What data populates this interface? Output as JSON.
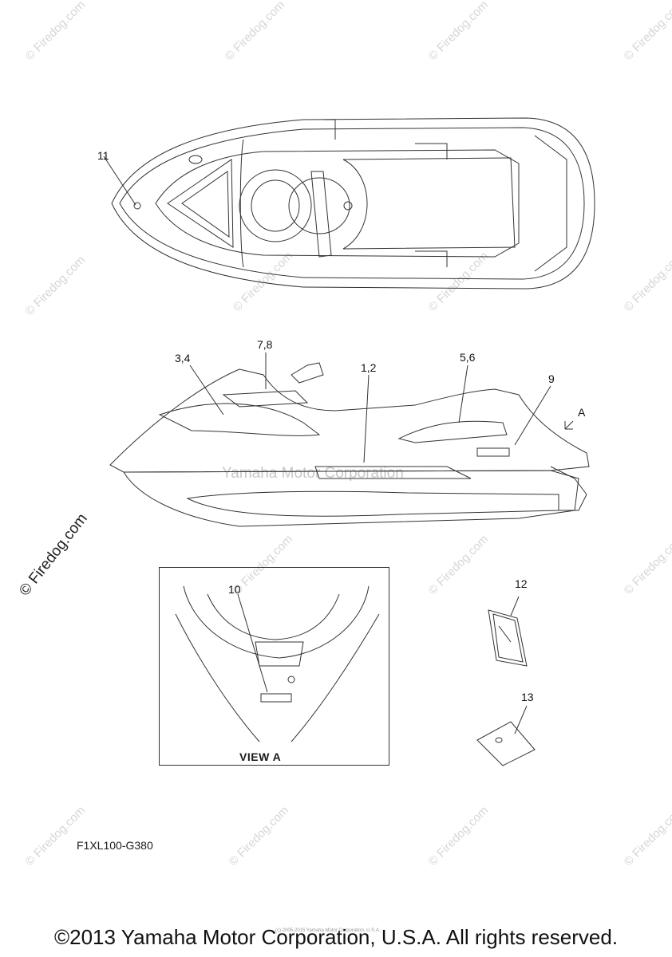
{
  "watermark": "© Firedog.com",
  "center_watermark": "Yamaha Motor Corporation",
  "callouts": {
    "c11": "11",
    "c34": "3,4",
    "c78": "7,8",
    "c12a": "1,2",
    "c56": "5,6",
    "c9": "9",
    "cA": "A",
    "c10": "10",
    "c12": "12",
    "c13": "13"
  },
  "view_label": "VIEW A",
  "diagram_code": "F1XL100-G380",
  "tiny_notice": "(c) 2005-2015 Yamaha Motor Corporation, U.S.A.",
  "copyright": "©2013 Yamaha Motor Corporation, U.S.A. All rights reserved."
}
